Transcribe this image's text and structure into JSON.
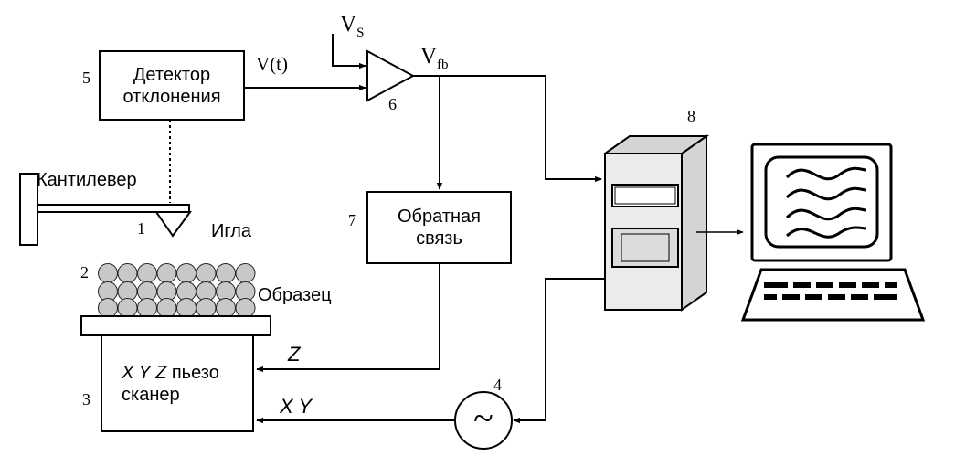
{
  "labels": {
    "vs": "V",
    "vs_sub": "S",
    "vt": "V(t)",
    "vfb": "V",
    "vfb_sub": "fb",
    "n1": "1",
    "n2": "2",
    "n3": "3",
    "n4": "4",
    "n5": "5",
    "n6": "6",
    "n7": "7",
    "n8": "8",
    "z": "Z",
    "xy": "X Y"
  },
  "blocks": {
    "detector_line1": "Детектор",
    "detector_line2": "отклонения",
    "feedback_line1": "Обратная",
    "feedback_line2": "связь",
    "scanner_line1_italic": "X Y Z",
    "scanner_line1_rest": " пьезо",
    "scanner_line2": "сканер"
  },
  "components": {
    "cantilever": "Кантилевер",
    "tip": "Игла",
    "sample": "Образец",
    "generator_symbol": "~"
  }
}
